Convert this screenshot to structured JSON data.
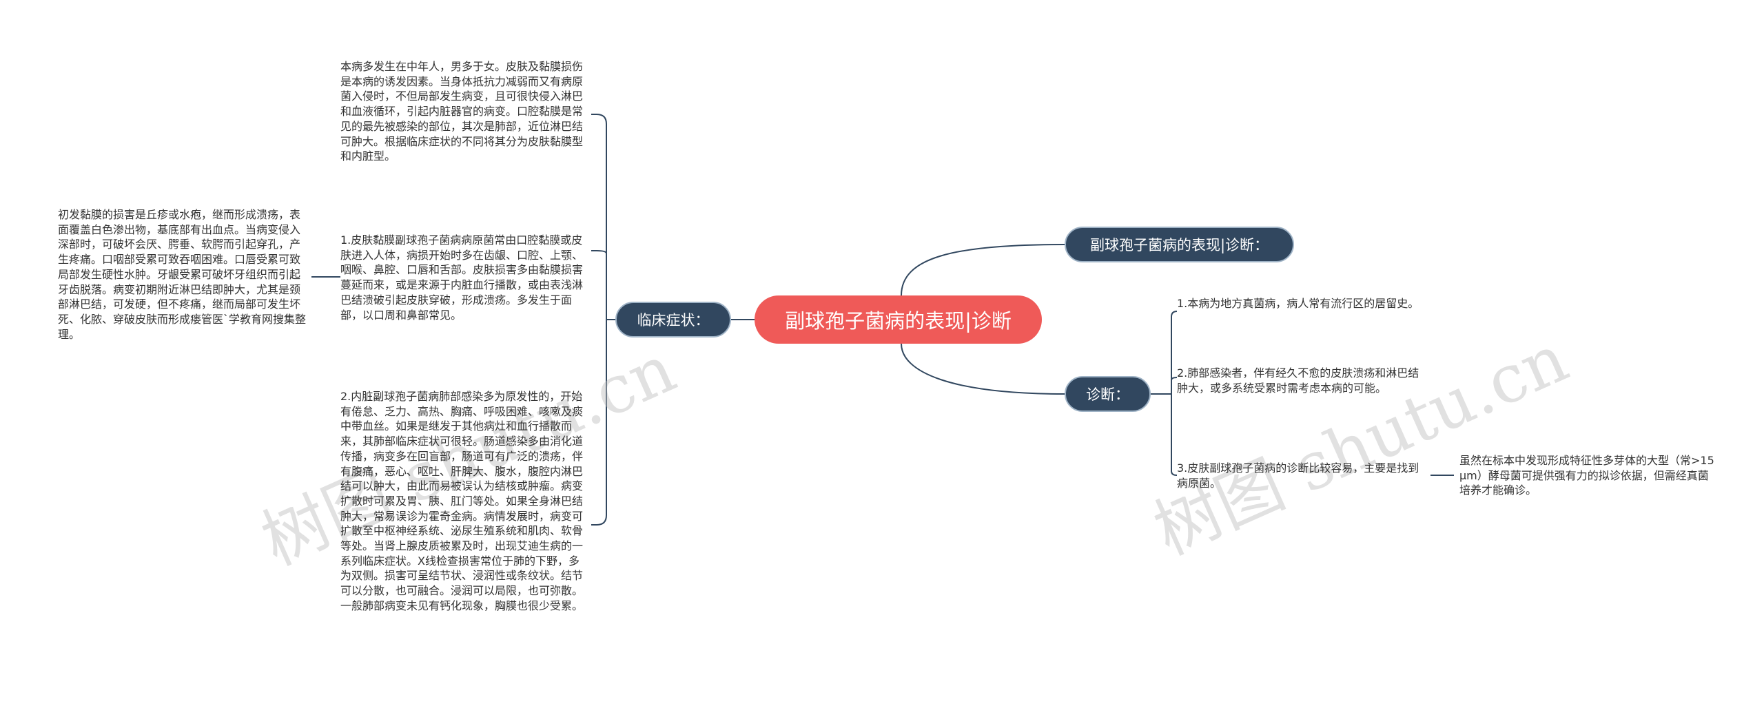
{
  "root": {
    "label": "副球孢子菌病的表现|诊断"
  },
  "branches": {
    "clinical": {
      "label": "临床症状："
    },
    "show": {
      "label": "副球孢子菌病的表现|诊断："
    },
    "diag": {
      "label": "诊断："
    }
  },
  "clinical_leaves": [
    "本病多发生在中年人，男多于女。皮肤及黏膜损伤是本病的诱发因素。当身体抵抗力减弱而又有病原菌入侵时，不但局部发生病变，且可很快侵入淋巴和血液循环，引起内脏器官的病变。口腔黏膜是常见的最先被感染的部位，其次是肺部，近位淋巴结可肿大。根据临床症状的不同将其分为皮肤黏膜型和内脏型。",
    "1.皮肤黏膜副球孢子菌病病原菌常由口腔黏膜或皮肤进入人体，病损开始时多在齿龈、口腔、上颚、咽喉、鼻腔、口唇和舌部。皮肤损害多由黏膜损害蔓延而来，或是来源于内脏血行播散，或由表浅淋巴结溃破引起皮肤穿破，形成溃疡。多发生于面部，以口周和鼻部常见。",
    "2.内脏副球孢子菌病肺部感染多为原发性的，开始有倦怠、乏力、高热、胸痛、呼吸困难、咳嗽及痰中带血丝。如果是继发于其他病灶和血行播散而来，其肺部临床症状可很轻。肠道感染多由消化道传播，病变多在回盲部，肠道可有广泛的溃疡，伴有腹痛，恶心、呕吐、肝脾大、腹水，腹腔内淋巴结可以肿大，由此而易被误认为结核或肿瘤。病变扩散时可累及胃、胰、肛门等处。如果全身淋巴结肿大，常易误诊为霍奇金病。病情发展时，病变可扩散至中枢神经系统、泌尿生殖系统和肌肉、软骨等处。当肾上腺皮质被累及时，出现艾迪生病的一系列临床症状。X线检查损害常位于肺的下野，多为双侧。损害可呈结节状、浸润性或条纹状。结节可以分散，也可融合。浸润可以局限，也可弥散。一般肺部病变未见有钙化现象，胸膜也很少受累。"
  ],
  "clinical_sub_leaf": "初发黏膜的损害是丘疹或水疱，继而形成溃疡，表面覆盖白色渗出物，基底部有出血点。当病变侵入深部时，可破坏会厌、腭垂、软腭而引起穿孔，产生疼痛。口咽部受累可致吞咽困难。口唇受累可致局部发生硬性水肿。牙龈受累可破坏牙组织而引起牙齿脱落。病变初期附近淋巴结即肿大，尤其是颈部淋巴结，可发硬，但不疼痛，继而局部可发生坏死、化脓、穿破皮肤而形成瘘管医`学教育网搜集整理。",
  "diag_leaves": [
    "1.本病为地方真菌病，病人常有流行区的居留史。",
    "2.肺部感染者，伴有经久不愈的皮肤溃疡和淋巴结肿大，或多系统受累时需考虑本病的可能。",
    "3.皮肤副球孢子菌病的诊断比较容易，主要是找到病原菌。"
  ],
  "diag_sub_leaf": "虽然在标本中发现形成特征性多芽体的大型（常>15μm）酵母菌可提供强有力的拟诊依据，但需经真菌培养才能确诊。",
  "watermark": "树图 shutu.cn",
  "colors": {
    "root": "#ef5a58",
    "branch": "#31475f",
    "edge": "#31475f"
  }
}
